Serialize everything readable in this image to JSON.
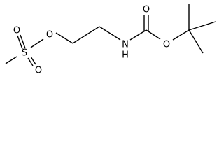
{
  "structure": {
    "atoms": {
      "oxygen_sulfonyl_top": "O",
      "sulfur": "S",
      "oxygen_sulfonyl_bottom": "O",
      "oxygen_ester": "O",
      "nitrogen": "N",
      "hydrogen": "H",
      "oxygen_carbonyl": "O",
      "oxygen_tbutoxy": "O"
    }
  }
}
